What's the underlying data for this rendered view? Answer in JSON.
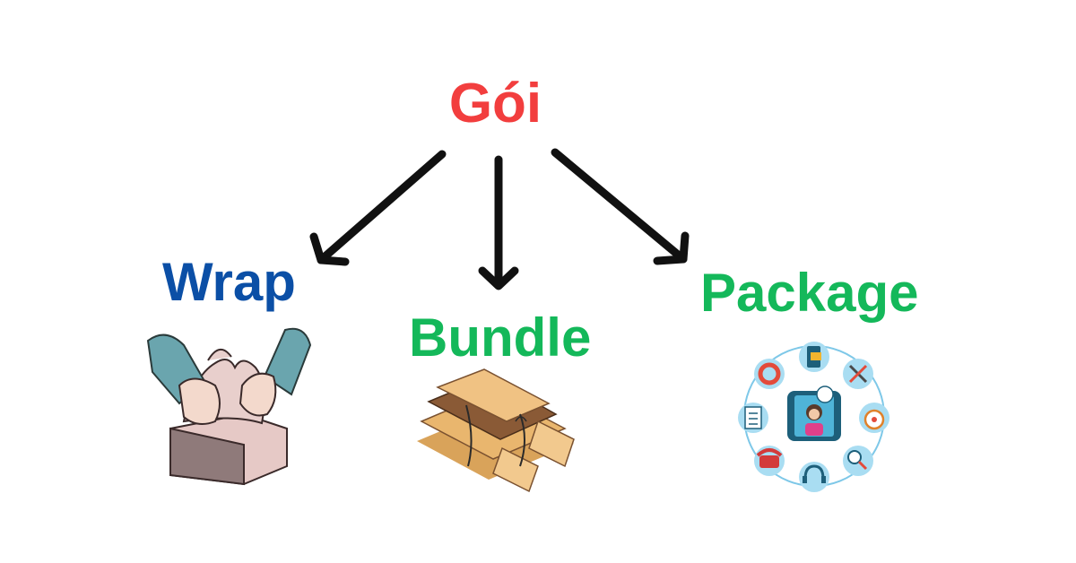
{
  "title": "Gói",
  "branches": [
    {
      "word": "Wrap",
      "color": "#0b4fa6",
      "illustration": "wrapping-cloth-illustration"
    },
    {
      "word": "Bundle",
      "color": "#14b85a",
      "illustration": "firewood-bundle-illustration"
    },
    {
      "word": "Package",
      "color": "#14b85a",
      "illustration": "service-package-icons-illustration"
    }
  ],
  "colors": {
    "title": "#f23e3e",
    "arrow": "#111111"
  }
}
